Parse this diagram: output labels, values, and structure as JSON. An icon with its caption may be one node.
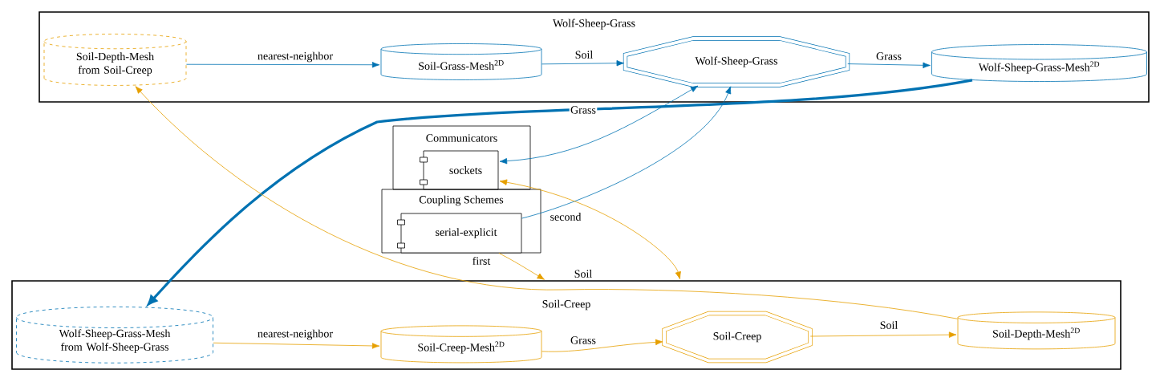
{
  "diagram": {
    "nodes": [
      {
        "text": [
          "Wolf-Sheep-Grass"
        ]
      },
      {
        "text": [
          "Soil-Depth-Mesh from Soil-Creep"
        ],
        "in": 0
      },
      {
        "text": [
          "Soil-Grass-Mesh$^{2D}$"
        ],
        "in": 0
      },
      {
        "text": [
          "Wolf-Sheep-Grass"
        ],
        "in": 0
      },
      {
        "text": [
          "Wolf-Sheep-Grass-Mesh$^{2D}$"
        ],
        "in": 0
      },
      {
        "text": [
          "Communicators"
        ]
      },
      {
        "text": [
          "sockets"
        ],
        "in": 5
      },
      {
        "text": [
          "Coupling Schemes"
        ]
      },
      {
        "text": [
          "serial-explicit"
        ],
        "in": 7
      },
      {
        "text": [
          "Soil-Creep"
        ]
      },
      {
        "text": [
          "Wolf-Sheep-Grass-Mesh from Wolf-Sheep-Grass"
        ],
        "in": 9
      },
      {
        "text": [
          "Soil-Creep-Mesh$^{2D}$"
        ],
        "in": 9
      },
      {
        "text": [
          "Soil-Creep"
        ],
        "in": 9
      },
      {
        "text": [
          "Soil-Depth-Mesh$^{2D}$"
        ],
        "in": 9
      }
    ],
    "edges": [
      {
        "from": 1,
        "to": 2,
        "arrow": "to",
        "label": "nearest-neighbor",
        "color": "#0072b2"
      },
      {
        "from": 2,
        "to": 3,
        "arrow": "to",
        "label": "Soil",
        "color": "#0072b2"
      },
      {
        "from": 3,
        "to": 4,
        "arrow": "to",
        "label": "Grass",
        "color": "#0072b2"
      },
      {
        "from": 4,
        "to": 10,
        "arrow": "to",
        "label": "Grass",
        "color": "#0072b2",
        "style": "thick"
      },
      {
        "from": 6,
        "to": 3,
        "arrow": "both",
        "color": "#0072b2"
      },
      {
        "from": 8,
        "to": 3,
        "arrow": "to",
        "label": "second",
        "color": "#0072b2"
      },
      {
        "from": 13,
        "to": 1,
        "arrow": "to",
        "label": "Soil",
        "color": "#e69f00"
      },
      {
        "from": 8,
        "to": 9,
        "arrow": "to",
        "label": "first",
        "color": "#e69f00"
      },
      {
        "from": 6,
        "to": 9,
        "arrow": "both",
        "color": "#e69f00"
      },
      {
        "from": 10,
        "to": 11,
        "arrow": "to",
        "label": "nearest-neighbor",
        "color": "#e69f00"
      },
      {
        "from": 11,
        "to": 12,
        "arrow": "to",
        "label": "Grass",
        "color": "#e69f00"
      },
      {
        "from": 12,
        "to": 13,
        "arrow": "to",
        "label": "Soil",
        "color": "#e69f00"
      }
    ]
  }
}
